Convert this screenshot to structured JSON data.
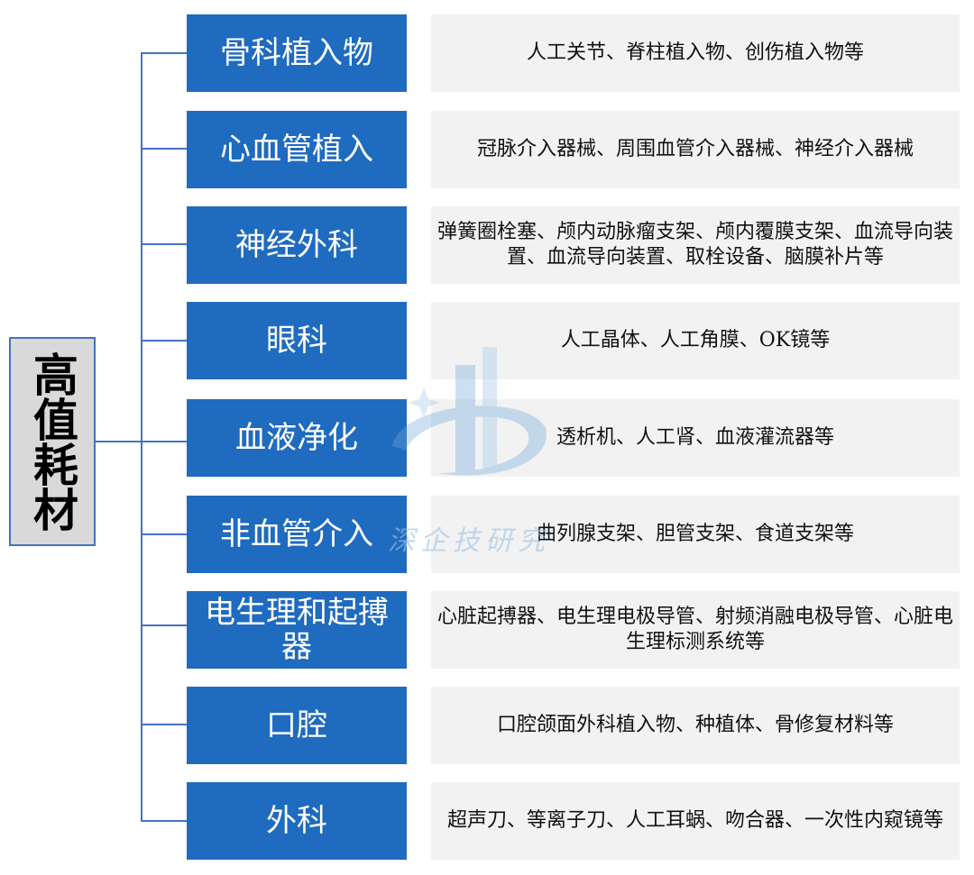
{
  "root": {
    "label": "高值耗材"
  },
  "colors": {
    "category_bg": "#1f6bbf",
    "description_bg": "#f2f2f2",
    "connector": "#4472c4",
    "root_bg": "#d9d9d9"
  },
  "categories": [
    {
      "label": "骨科植入物",
      "description": "人工关节、脊柱植入物、创伤植入物等"
    },
    {
      "label": "心血管植入",
      "description": "冠脉介入器械、周围血管介入器械、神经介入器械"
    },
    {
      "label": "神经外科",
      "description": "弹簧圈栓塞、颅内动脉瘤支架、颅内覆膜支架、血流导向装置、血流导向装置、取栓设备、脑膜补片等"
    },
    {
      "label": "眼科",
      "description": "人工晶体、人工角膜、OK镜等"
    },
    {
      "label": "血液净化",
      "description": "透析机、人工肾、血液灌流器等"
    },
    {
      "label": "非血管介入",
      "description": "曲列腺支架、胆管支架、食道支架等"
    },
    {
      "label": "电生理和起搏器",
      "description": "心脏起搏器、电生理电极导管、射频消融电极导管、心脏电生理标测系统等"
    },
    {
      "label": "口腔",
      "description": "口腔颌面外科植入物、种植体、骨修复材料等"
    },
    {
      "label": "外科",
      "description": "超声刀、等离子刀、人工耳蜗、吻合器、一次性内窥镜等"
    }
  ],
  "watermark": {
    "text": "深企技研究"
  }
}
